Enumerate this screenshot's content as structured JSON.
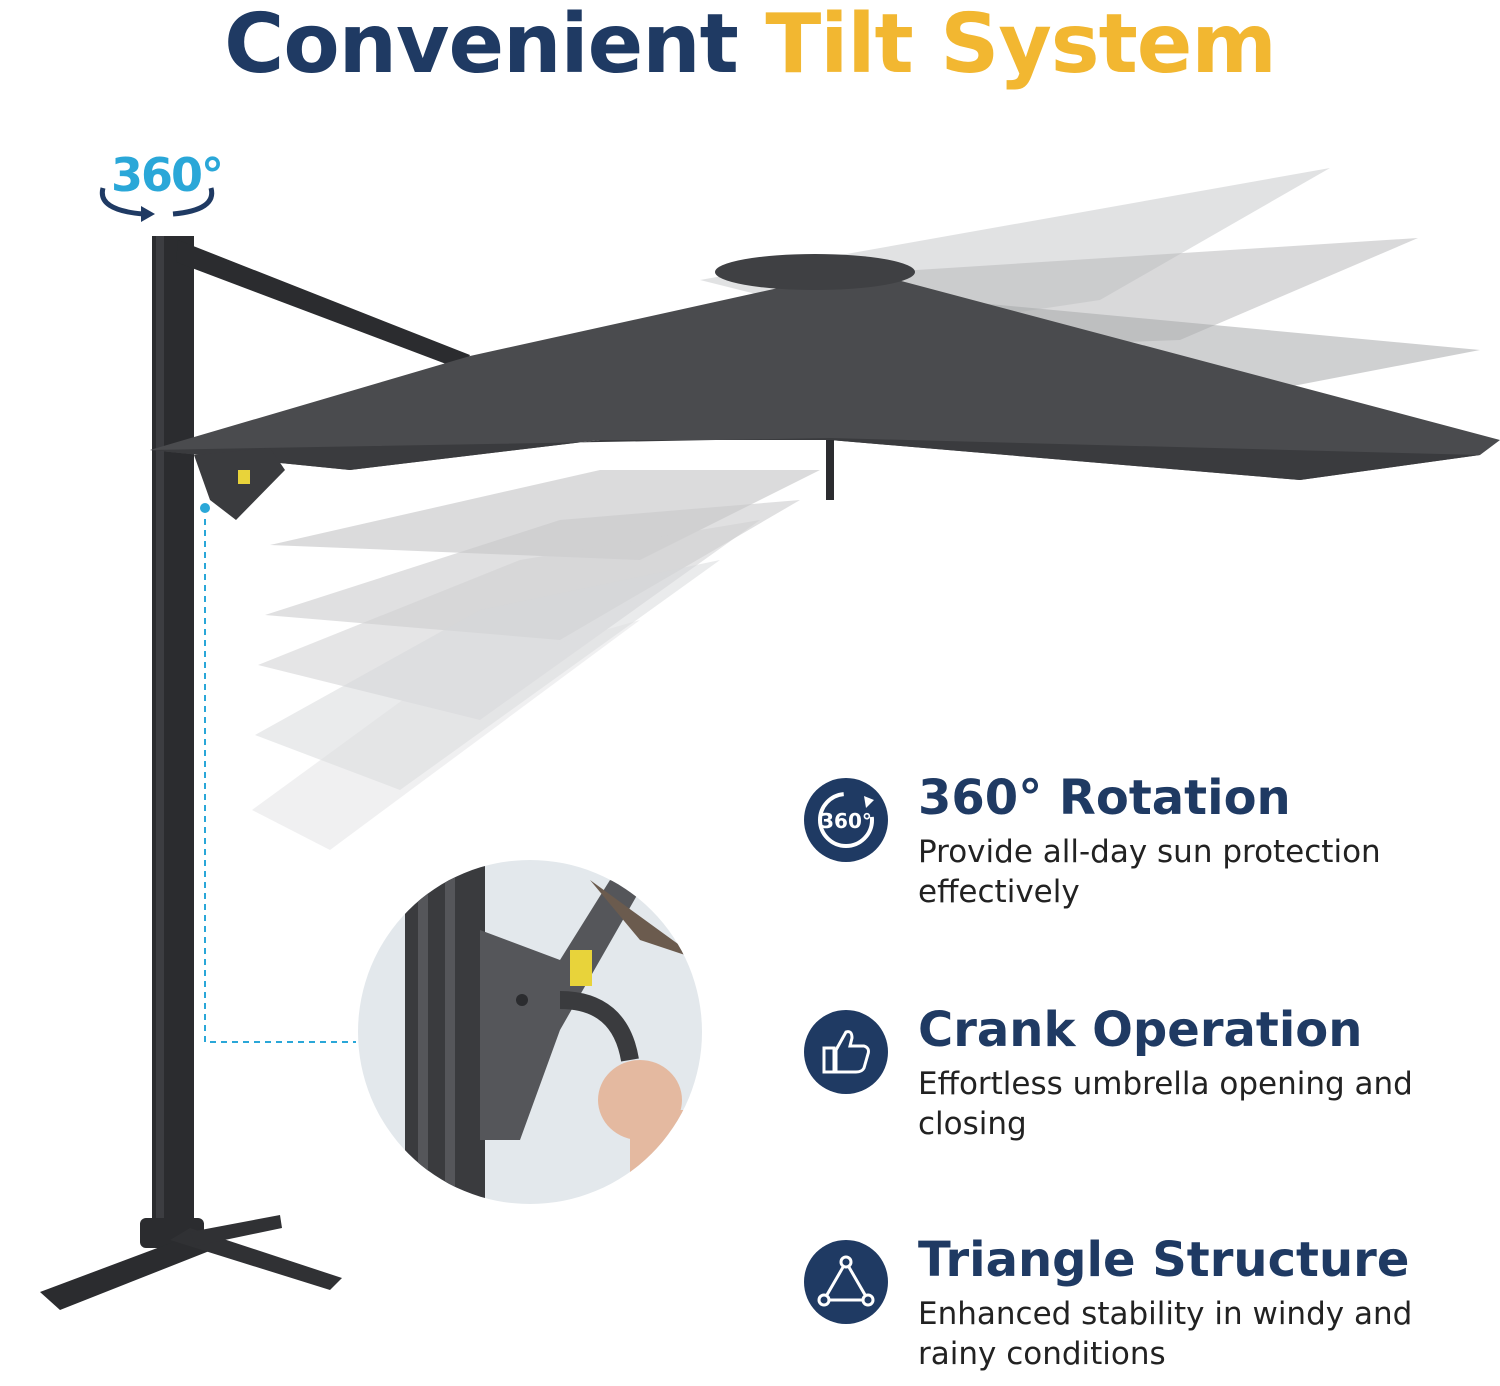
{
  "header": {
    "title_part1": "Convenient",
    "title_part2": "Tilt System"
  },
  "badge": {
    "label": "360°"
  },
  "features": [
    {
      "icon": "rotate-360-icon",
      "icon_label": "360°",
      "title": "360° Rotation",
      "description": "Provide all-day sun protection effectively"
    },
    {
      "icon": "thumbs-up-icon",
      "title": "Crank Operation",
      "description": "Effortless umbrella opening and closing"
    },
    {
      "icon": "triangle-structure-icon",
      "title": "Triangle Structure",
      "description": "Enhanced stability in windy and rainy conditions"
    }
  ],
  "colors": {
    "navy": "#1f3a63",
    "gold": "#f2b731",
    "cyan": "#2aa7d8",
    "canopy": "#4a4b4e",
    "pole": "#2b2c2f"
  }
}
